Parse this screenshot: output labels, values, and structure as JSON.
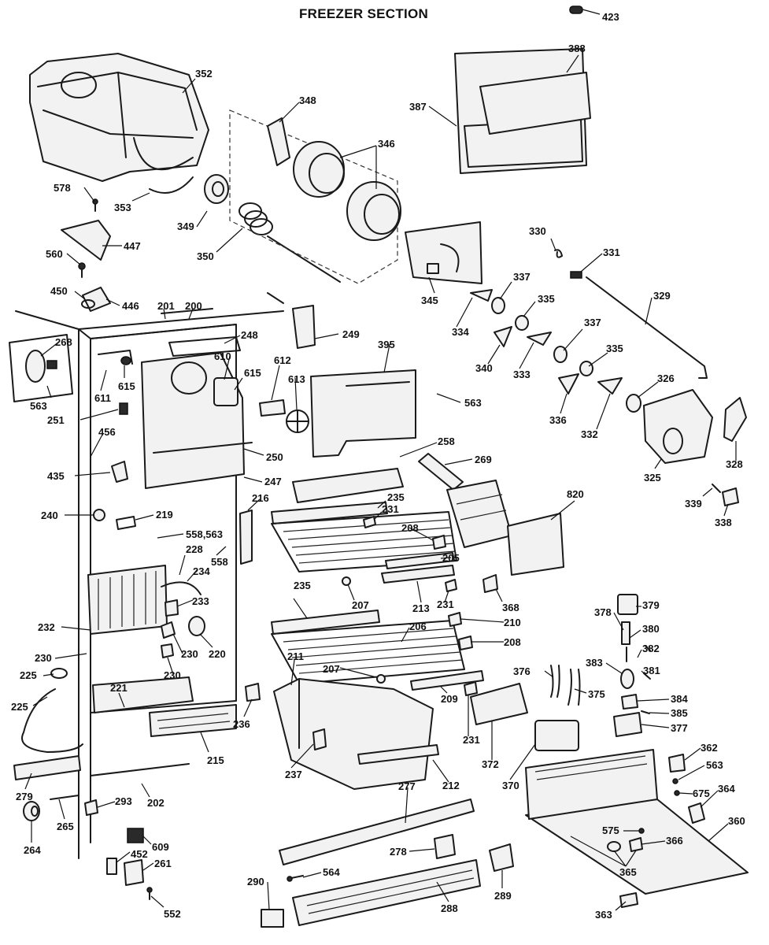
{
  "title": "FREEZER SECTION",
  "part_labels": [
    "423",
    "352",
    "388",
    "387",
    "348",
    "346",
    "578",
    "353",
    "349",
    "350",
    "447",
    "560",
    "450",
    "446",
    "201",
    "200",
    "248",
    "249",
    "395",
    "268",
    "610",
    "611",
    "615",
    "615",
    "612",
    "613",
    "563",
    "251",
    "456",
    "250",
    "247",
    "435",
    "258",
    "269",
    "216",
    "240",
    "219",
    "558,563",
    "228",
    "234",
    "558",
    "233",
    "232",
    "230",
    "230",
    "220",
    "230",
    "225",
    "225",
    "221",
    "236",
    "215",
    "279",
    "293",
    "202",
    "265",
    "264",
    "609",
    "452",
    "261",
    "552",
    "330",
    "331",
    "329",
    "337",
    "335",
    "345",
    "334",
    "340",
    "333",
    "337",
    "335",
    "326",
    "336",
    "332",
    "328",
    "325",
    "339",
    "338",
    "820",
    "235",
    "231",
    "208",
    "205",
    "207",
    "213",
    "231",
    "368",
    "235",
    "210",
    "206",
    "208",
    "211",
    "207",
    "209",
    "231",
    "237",
    "212",
    "372",
    "370",
    "277",
    "278",
    "564",
    "290",
    "288",
    "289",
    "378",
    "379",
    "380",
    "382",
    "383",
    "381",
    "376",
    "375",
    "384",
    "385",
    "377",
    "362",
    "563",
    "675",
    "364",
    "575",
    "366",
    "360",
    "365",
    "363",
    "563"
  ]
}
